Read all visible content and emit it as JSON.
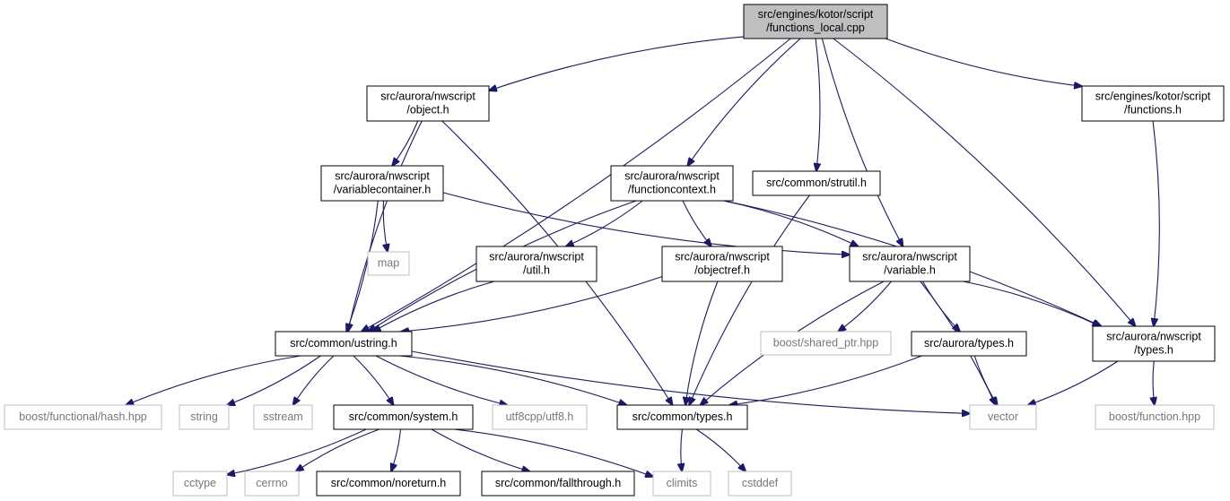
{
  "nodes": [
    {
      "id": "functions_local_cpp",
      "lines": [
        "src/engines/kotor/script",
        "/functions_local.cpp"
      ],
      "kind": "root"
    },
    {
      "id": "object_h",
      "lines": [
        "src/aurora/nwscript",
        "/object.h"
      ],
      "kind": "solid"
    },
    {
      "id": "kotor_functions_h",
      "lines": [
        "src/engines/kotor/script",
        "/functions.h"
      ],
      "kind": "solid"
    },
    {
      "id": "variablecontainer_h",
      "lines": [
        "src/aurora/nwscript",
        "/variablecontainer.h"
      ],
      "kind": "solid"
    },
    {
      "id": "functioncontext_h",
      "lines": [
        "src/aurora/nwscript",
        "/functioncontext.h"
      ],
      "kind": "solid"
    },
    {
      "id": "strutil_h",
      "lines": [
        "src/common/strutil.h"
      ],
      "kind": "solid"
    },
    {
      "id": "map",
      "lines": [
        "map"
      ],
      "kind": "ext"
    },
    {
      "id": "util_h",
      "lines": [
        "src/aurora/nwscript",
        "/util.h"
      ],
      "kind": "solid"
    },
    {
      "id": "objectref_h",
      "lines": [
        "src/aurora/nwscript",
        "/objectref.h"
      ],
      "kind": "solid"
    },
    {
      "id": "variable_h",
      "lines": [
        "src/aurora/nwscript",
        "/variable.h"
      ],
      "kind": "solid"
    },
    {
      "id": "ustring_h",
      "lines": [
        "src/common/ustring.h"
      ],
      "kind": "solid"
    },
    {
      "id": "shared_ptr_hpp",
      "lines": [
        "boost/shared_ptr.hpp"
      ],
      "kind": "ext"
    },
    {
      "id": "aurora_types_h",
      "lines": [
        "src/aurora/types.h"
      ],
      "kind": "solid"
    },
    {
      "id": "nwscript_types_h",
      "lines": [
        "src/aurora/nwscript",
        "/types.h"
      ],
      "kind": "solid"
    },
    {
      "id": "hash_hpp",
      "lines": [
        "boost/functional/hash.hpp"
      ],
      "kind": "ext"
    },
    {
      "id": "string",
      "lines": [
        "string"
      ],
      "kind": "ext"
    },
    {
      "id": "sstream",
      "lines": [
        "sstream"
      ],
      "kind": "ext"
    },
    {
      "id": "system_h",
      "lines": [
        "src/common/system.h"
      ],
      "kind": "solid"
    },
    {
      "id": "utf8_h",
      "lines": [
        "utf8cpp/utf8.h"
      ],
      "kind": "ext"
    },
    {
      "id": "common_types_h",
      "lines": [
        "src/common/types.h"
      ],
      "kind": "solid"
    },
    {
      "id": "vector",
      "lines": [
        "vector"
      ],
      "kind": "ext"
    },
    {
      "id": "function_hpp",
      "lines": [
        "boost/function.hpp"
      ],
      "kind": "ext"
    },
    {
      "id": "cctype",
      "lines": [
        "cctype"
      ],
      "kind": "ext"
    },
    {
      "id": "cerrno",
      "lines": [
        "cerrno"
      ],
      "kind": "ext"
    },
    {
      "id": "noreturn_h",
      "lines": [
        "src/common/noreturn.h"
      ],
      "kind": "solid"
    },
    {
      "id": "fallthrough_h",
      "lines": [
        "src/common/fallthrough.h"
      ],
      "kind": "solid"
    },
    {
      "id": "climits",
      "lines": [
        "climits"
      ],
      "kind": "ext"
    },
    {
      "id": "cstddef",
      "lines": [
        "cstddef"
      ],
      "kind": "ext"
    }
  ],
  "edges": [
    [
      "functions_local_cpp",
      "object_h"
    ],
    [
      "functions_local_cpp",
      "ustring_h"
    ],
    [
      "functions_local_cpp",
      "functioncontext_h"
    ],
    [
      "functions_local_cpp",
      "strutil_h"
    ],
    [
      "functions_local_cpp",
      "variable_h"
    ],
    [
      "functions_local_cpp",
      "nwscript_types_h"
    ],
    [
      "functions_local_cpp",
      "kotor_functions_h"
    ],
    [
      "object_h",
      "variablecontainer_h"
    ],
    [
      "object_h",
      "ustring_h"
    ],
    [
      "object_h",
      "common_types_h"
    ],
    [
      "variablecontainer_h",
      "map"
    ],
    [
      "variablecontainer_h",
      "ustring_h"
    ],
    [
      "variablecontainer_h",
      "variable_h"
    ],
    [
      "functioncontext_h",
      "util_h"
    ],
    [
      "functioncontext_h",
      "objectref_h"
    ],
    [
      "functioncontext_h",
      "variable_h"
    ],
    [
      "functioncontext_h",
      "ustring_h"
    ],
    [
      "functioncontext_h",
      "nwscript_types_h"
    ],
    [
      "strutil_h",
      "common_types_h"
    ],
    [
      "kotor_functions_h",
      "nwscript_types_h"
    ],
    [
      "util_h",
      "ustring_h"
    ],
    [
      "objectref_h",
      "ustring_h"
    ],
    [
      "objectref_h",
      "common_types_h"
    ],
    [
      "variable_h",
      "shared_ptr_hpp"
    ],
    [
      "variable_h",
      "aurora_types_h"
    ],
    [
      "variable_h",
      "nwscript_types_h"
    ],
    [
      "variable_h",
      "common_types_h"
    ],
    [
      "variable_h",
      "vector"
    ],
    [
      "ustring_h",
      "hash_hpp"
    ],
    [
      "ustring_h",
      "string"
    ],
    [
      "ustring_h",
      "sstream"
    ],
    [
      "ustring_h",
      "system_h"
    ],
    [
      "ustring_h",
      "utf8_h"
    ],
    [
      "ustring_h",
      "common_types_h"
    ],
    [
      "ustring_h",
      "vector"
    ],
    [
      "aurora_types_h",
      "common_types_h"
    ],
    [
      "aurora_types_h",
      "vector"
    ],
    [
      "nwscript_types_h",
      "vector"
    ],
    [
      "nwscript_types_h",
      "function_hpp"
    ],
    [
      "system_h",
      "cctype"
    ],
    [
      "system_h",
      "cerrno"
    ],
    [
      "system_h",
      "noreturn_h"
    ],
    [
      "system_h",
      "fallthrough_h"
    ],
    [
      "system_h",
      "climits"
    ],
    [
      "common_types_h",
      "climits"
    ],
    [
      "common_types_h",
      "cstddef"
    ]
  ],
  "colors": {
    "edge": "#191970",
    "root_fill": "#bfbfbf",
    "node_border": "#000000",
    "external_border": "#bfbfbf",
    "external_text": "#777777"
  }
}
